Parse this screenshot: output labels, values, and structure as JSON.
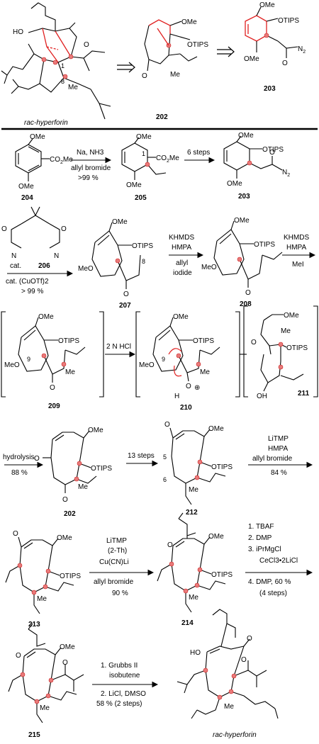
{
  "compounds": {
    "hyperforin_top": "rac-hyperforin",
    "c202": "202",
    "c203": "203",
    "c204": "204",
    "c205": "205",
    "c203b": "203",
    "c206": "206",
    "c207": "207",
    "c208": "208",
    "c209": "209",
    "c210": "210",
    "c211": "211",
    "c202b": "202",
    "c212": "212",
    "c213": "213",
    "c214": "214",
    "c215": "215",
    "hyperforin_bottom": "rac-hyperforin"
  },
  "atoms": {
    "OMe": "OMe",
    "OTIPS": "OTIPS",
    "HO": "HO",
    "Me": "Me",
    "MeO": "MeO",
    "O": "O",
    "OH": "OH",
    "H": "H",
    "N2": "N",
    "N2sub": "2",
    "CO2Me": "CO",
    "CO2Mesub": "2",
    "CO2Metail": "Me",
    "N": "N",
    "plus": "⊕",
    "locant1": "1",
    "locant8": "8",
    "locant9": "9",
    "locant5": "5",
    "locant6": "6"
  },
  "conditions": {
    "r1_above": "Na, NH3",
    "r1_below1": "allyl bromide",
    "r1_below2": ">99 %",
    "r2_above": "6 steps",
    "r3_cat1": "cat.",
    "r3_cat2": "cat. (CuOTf)2",
    "r3_yield": "> 99 %",
    "r4_a1": "KHMDS",
    "r4_a2": "HMPA",
    "r4_b1": "allyl",
    "r4_b2": "iodide",
    "r5_a1": "KHMDS",
    "r5_a2": "HMPA",
    "r5_b1": "MeI",
    "r6": "2 N HCl",
    "r7_above": "hydrolysis",
    "r7_below": "88 %",
    "r8_above": "13 steps",
    "r9_a1": "LiTMP",
    "r9_a2": "HMPA",
    "r9_b1": "allyl bromide",
    "r9_b2": "84 %",
    "r10_a1": "LiTMP",
    "r10_a2": "(2-Th)",
    "r10_a3": "Cu(CN)Li",
    "r10_b1": "allyl bromide",
    "r10_b2": "90 %",
    "r11_1": "1. TBAF",
    "r11_2": "2. DMP",
    "r11_3": "3. iPrMgCl",
    "r11_4": "CeCl3•2LiCl",
    "r11_5": "4. DMP, 60 %",
    "r11_6": "(4 steps)",
    "r12_1": "1. Grubbs II",
    "r12_2": "isobutene",
    "r12_3": "2. LiCl, DMSO",
    "r12_4": "58 % (2 steps)"
  }
}
